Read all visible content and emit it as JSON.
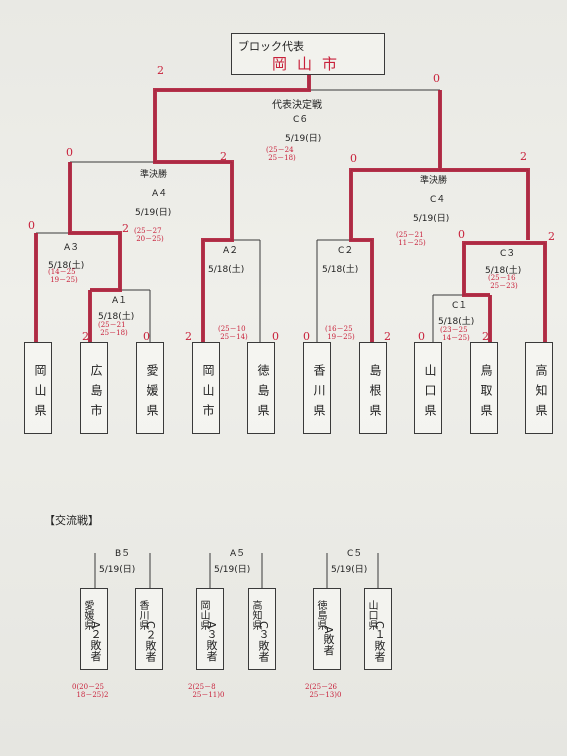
{
  "header": {
    "label": "ブロック代表",
    "winner": "岡山市"
  },
  "matches": {
    "final": {
      "title": "代表決定戦",
      "id": "C６",
      "date": "5/19(日)",
      "sets": "(25－24\n 25－18)",
      "left": "2",
      "right": "0"
    },
    "semi_left": {
      "title": "準決勝",
      "id": "A４",
      "date": "5/19(日)",
      "sets": "(25－27\n 20－25)",
      "left": "0",
      "right": "2"
    },
    "semi_right": {
      "title": "準決勝",
      "id": "C４",
      "date": "5/19(日)",
      "sets": "(25－21\n 11－25)",
      "left": "0",
      "right": "2"
    },
    "a3": {
      "id": "A３",
      "date": "5/18(土)",
      "sets": "(14－25\n 19－25)",
      "left": "0",
      "right": "2"
    },
    "a1": {
      "id": "A１",
      "date": "5/18(土)",
      "sets": "(25－21\n 25－18)",
      "left": "2",
      "right": "0"
    },
    "a2": {
      "id": "A２",
      "date": "5/18(土)",
      "sets": "(25－10\n 25－14)",
      "left": "2",
      "right": "0"
    },
    "c2": {
      "id": "C２",
      "date": "5/18(土)",
      "sets": "(16－25\n 19－25)",
      "left": "0",
      "right": "2"
    },
    "c3": {
      "id": "C３",
      "date": "5/18(土)",
      "sets": "(25－16\n 25－23)",
      "left": "0",
      "right": "2"
    },
    "c1": {
      "id": "C１",
      "date": "5/18(土)",
      "sets": "(23－25\n 14－25)",
      "left": "0",
      "right": "2"
    }
  },
  "teams": [
    "岡山県",
    "広島市",
    "愛媛県",
    "岡山市",
    "徳島県",
    "香川県",
    "島根県",
    "山口県",
    "鳥取県",
    "高知県"
  ],
  "exchange": {
    "heading": "【交流戦】",
    "games": [
      {
        "id": "B５",
        "date": "5/19(日)",
        "left": "A２敗者",
        "right": "C２敗者",
        "left_fill": "愛媛県",
        "right_fill": "香川県",
        "result": "0(20－25\n  18－25)2"
      },
      {
        "id": "A５",
        "date": "5/19(日)",
        "left": "A３敗者",
        "right": "C３敗者",
        "left_fill": "岡山県",
        "right_fill": "高知県",
        "result": "2(25－8\n  25－11)0"
      },
      {
        "id": "C５",
        "date": "5/19(日)",
        "left": "A敗者",
        "right": "C１敗者",
        "left_fill": "徳島県",
        "right_fill": "山口県",
        "result": "2(25－26\n  25－13)0"
      }
    ]
  },
  "colors": {
    "line": "#3a3a3a",
    "winner": "#b0203c",
    "ink": "#c8203a"
  }
}
